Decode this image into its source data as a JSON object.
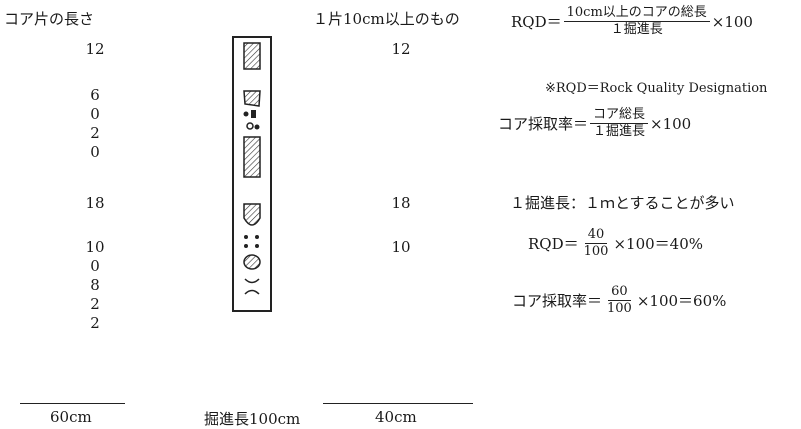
{
  "left": {
    "header": "コア片の長さ",
    "values": [
      "12",
      "6",
      "0",
      "2",
      "0",
      "18",
      "10",
      "0",
      "8",
      "2",
      "2"
    ]
  },
  "middle": {
    "header": "１片10cm以上のもの",
    "values": [
      "12",
      "18",
      "10"
    ]
  },
  "bottom": {
    "left_total": "60cm",
    "center_label": "掘進長100cm",
    "right_total": "40cm"
  },
  "formulas": {
    "rqd_lhs": "RQD＝",
    "rqd_numerator": "10cm以上のコアの総長",
    "rqd_denominator": "１掘進長",
    "times_100": "×100",
    "rqd_note": "※RQD＝Rock Quality Designation",
    "recovery_lhs": "コア採取率＝",
    "recovery_numerator": "コア総長",
    "recovery_denominator": "１掘進長",
    "drill_length_note": "１掘進長：１ｍとすることが多い",
    "rqd_example_numerator": "40",
    "rqd_example_denominator": "100",
    "rqd_example_result": "×100＝40%",
    "recovery_example_numerator": "60",
    "recovery_example_denominator": "100",
    "recovery_example_result": "×100＝60%"
  }
}
